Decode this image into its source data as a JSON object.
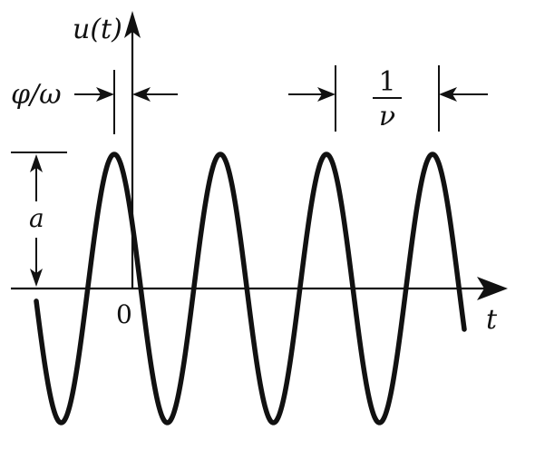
{
  "diagram": {
    "y_axis_label": "u(t)",
    "x_axis_label": "t",
    "origin_label": "0",
    "phase_label": "φ/ω",
    "period_numerator": "1",
    "period_denominator": "ν",
    "amplitude_label": "a"
  },
  "colors": {
    "ink": "#111111",
    "background": "#ffffff"
  }
}
